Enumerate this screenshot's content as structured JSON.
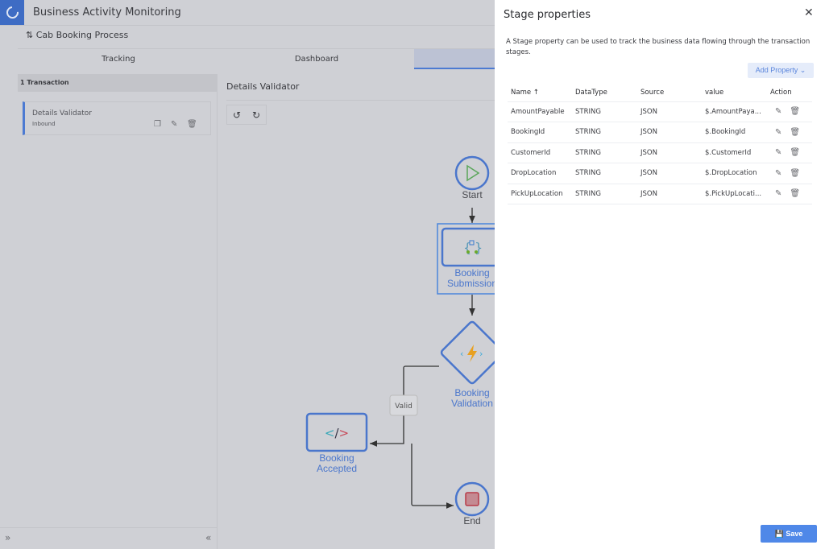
{
  "app": {
    "title": "Business Activity Monitoring",
    "process": "Cab Booking Process"
  },
  "tabs": [
    {
      "label": "Tracking"
    },
    {
      "label": "Dashboard"
    },
    {
      "label": ""
    }
  ],
  "left": {
    "transactions": "1 Transaction",
    "card": {
      "title": "Details Validator",
      "subtitle": "Inbound"
    }
  },
  "canvas": {
    "title": "Details Validator",
    "nodes": {
      "start": "Start",
      "submission": [
        "Booking",
        "Submission"
      ],
      "validation": [
        "Booking",
        "Validation"
      ],
      "accepted": [
        "Booking",
        "Accepted"
      ],
      "end": "End",
      "valid": "Valid"
    }
  },
  "panel": {
    "title": "Stage properties",
    "close": "✕",
    "description": "A Stage property can be used to track the business data flowing through the transaction stages.",
    "add_button": "Add Property ⌄",
    "columns": [
      "Name ↑",
      "DataType",
      "Source",
      "value",
      "Action"
    ],
    "rows": [
      [
        "AmountPayable",
        "STRING",
        "JSON",
        "$.AmountPaya..."
      ],
      [
        "BookingId",
        "STRING",
        "JSON",
        "$.BookingId"
      ],
      [
        "CustomerId",
        "STRING",
        "JSON",
        "$.CustomerId"
      ],
      [
        "DropLocation",
        "STRING",
        "JSON",
        "$.DropLocation"
      ],
      [
        "PickUpLocation",
        "STRING",
        "JSON",
        "$.PickUpLocati..."
      ]
    ],
    "save": "Save"
  }
}
